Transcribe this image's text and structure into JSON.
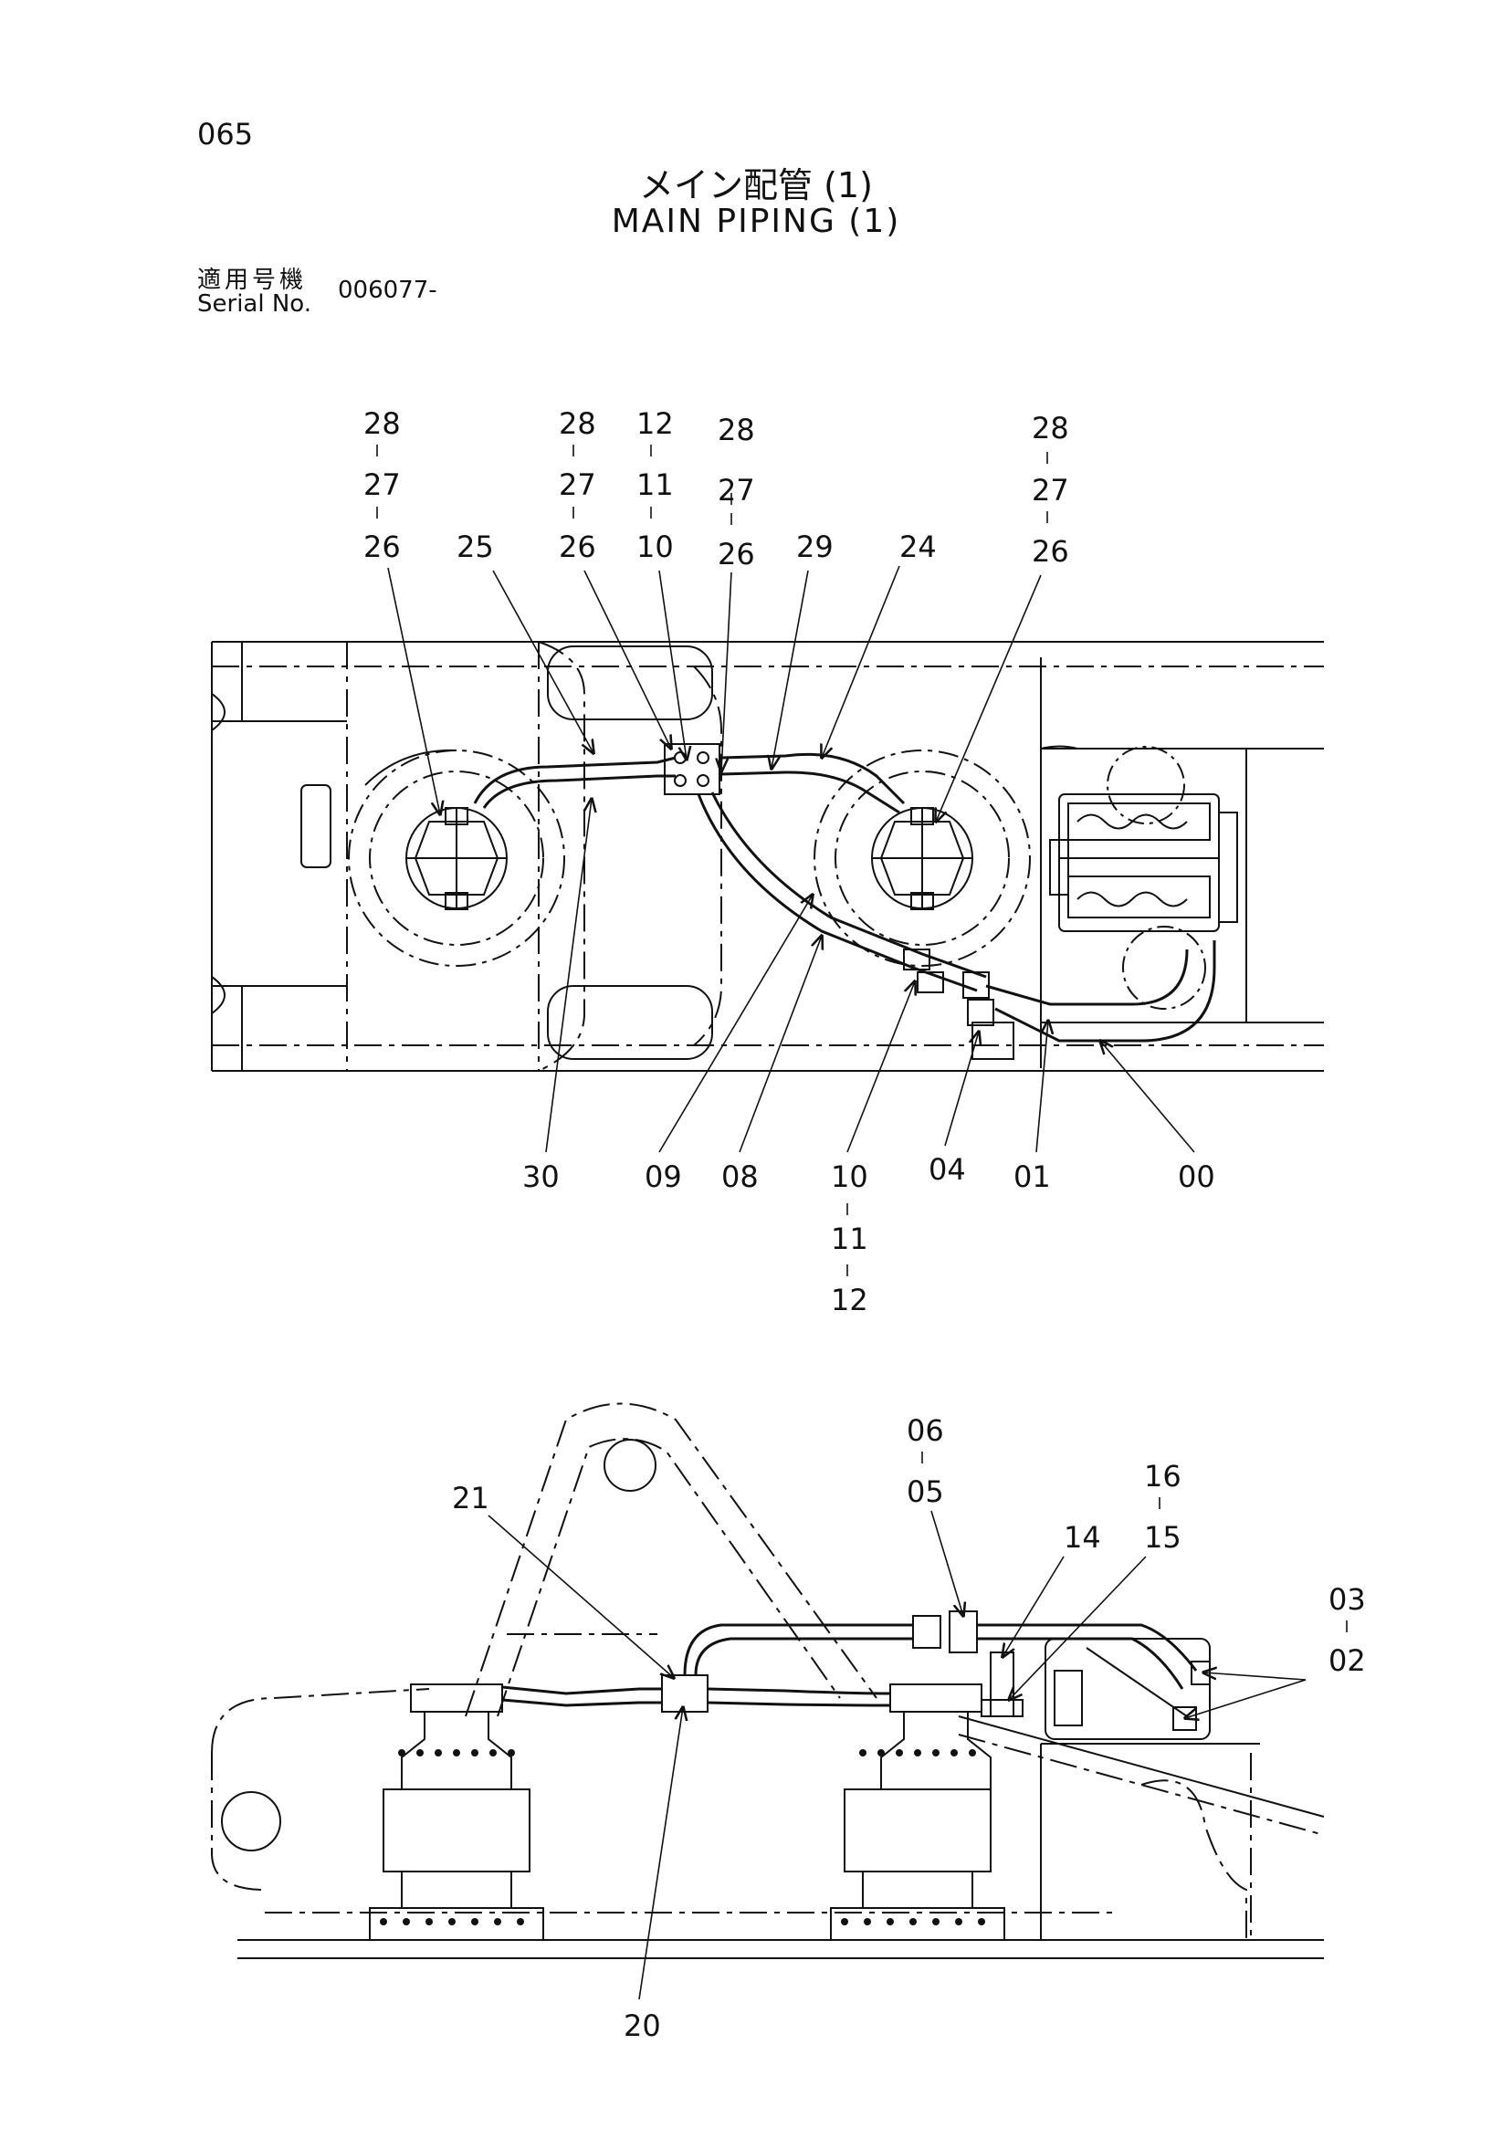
{
  "page_number": "065",
  "title_jp": "メイン配管 (1)",
  "title_en": "MAIN PIPING (1)",
  "serial": {
    "label_jp": "適用号機",
    "label_en": "Serial No.",
    "value": "006077-"
  },
  "callouts_top": {
    "c_28_a": "28",
    "c_27_a": "27",
    "c_26_a": "26",
    "c_25": "25",
    "c_28_b": "28",
    "c_27_b": "27",
    "c_26_b": "26",
    "c_12_a": "12",
    "c_11_a": "11",
    "c_10_a": "10",
    "c_28_c": "28",
    "c_27_c": "27",
    "c_26_c": "26",
    "c_29": "29",
    "c_24": "24",
    "c_28_d": "28",
    "c_27_d": "27",
    "c_26_d": "26",
    "c_30": "30",
    "c_09": "09",
    "c_08": "08",
    "c_10_b": "10",
    "c_11_b": "11",
    "c_12_b": "12",
    "c_04": "04",
    "c_01": "01",
    "c_00": "00"
  },
  "callouts_bottom": {
    "c_21": "21",
    "c_06": "06",
    "c_05": "05",
    "c_16": "16",
    "c_15": "15",
    "c_14": "14",
    "c_03": "03",
    "c_02": "02",
    "c_20": "20"
  }
}
